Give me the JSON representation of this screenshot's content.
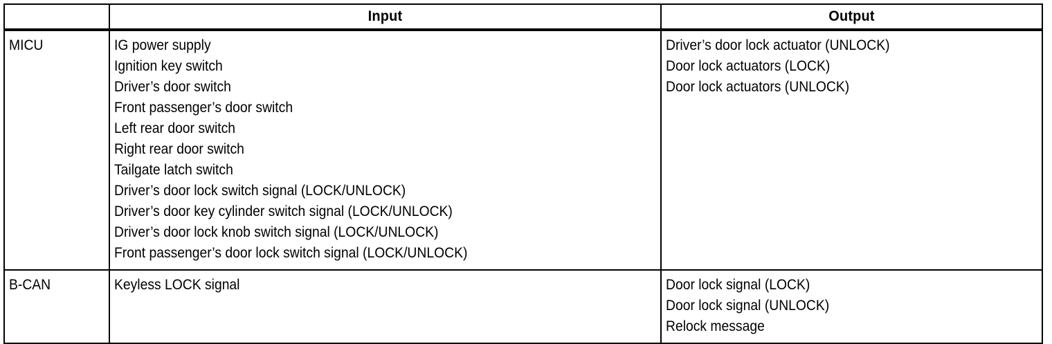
{
  "table": {
    "columns": [
      {
        "key": "unit",
        "label": ""
      },
      {
        "key": "input",
        "label": "Input"
      },
      {
        "key": "output",
        "label": "Output"
      }
    ],
    "header": {
      "blank": "",
      "input": "Input",
      "output": "Output"
    },
    "rows": [
      {
        "unit": "MICU",
        "input": [
          "IG power supply",
          "Ignition key switch",
          "Driver’s door switch",
          "Front passenger’s door switch",
          "Left rear door switch",
          "Right rear door switch",
          "Tailgate latch switch",
          "Driver’s door lock switch signal (LOCK/UNLOCK)",
          "Driver’s door key cylinder switch signal (LOCK/UNLOCK)",
          "Driver’s door lock knob switch signal (LOCK/UNLOCK)",
          "Front passenger’s door lock switch signal (LOCK/UNLOCK)"
        ],
        "output": [
          "Driver’s door lock actuator (UNLOCK)",
          "Door lock actuators (LOCK)",
          "Door lock actuators (UNLOCK)"
        ]
      },
      {
        "unit": "B-CAN",
        "input": [
          "Keyless LOCK signal"
        ],
        "output": [
          "Door lock signal (LOCK)",
          "Door lock signal (UNLOCK)",
          "Relock message"
        ]
      }
    ]
  },
  "colors": {
    "border": "#000000",
    "text": "#000000",
    "background": "#ffffff"
  }
}
